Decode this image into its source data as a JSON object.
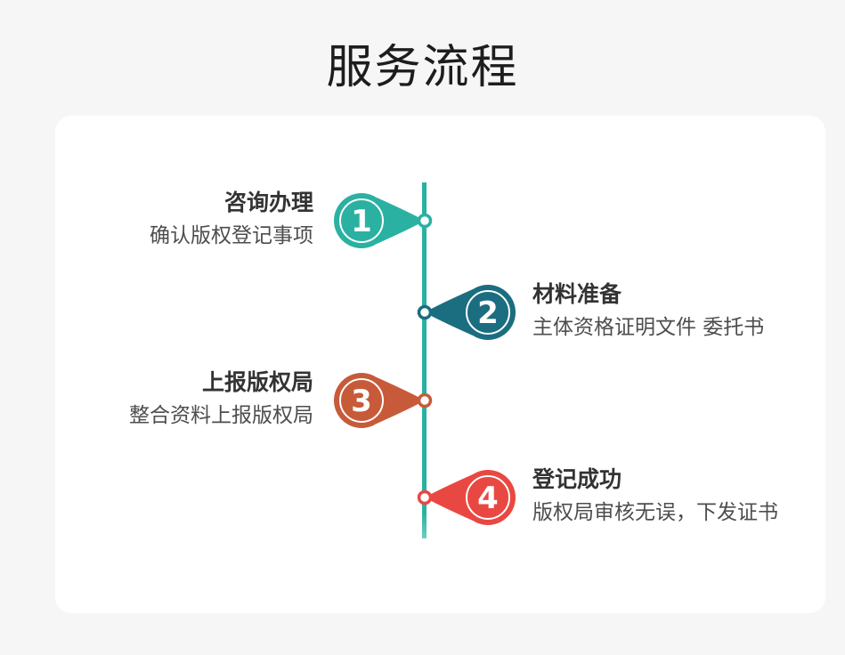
{
  "page": {
    "title": "服务流程",
    "background_color": "#f6f6f6",
    "card_background": "#ffffff"
  },
  "timeline": {
    "line_color": "#2ab1a2"
  },
  "steps": [
    {
      "number": "1",
      "title": "咨询办理",
      "subtitle": "确认版权登记事项",
      "color": "#2ab1a2",
      "side": "left"
    },
    {
      "number": "2",
      "title": "材料准备",
      "subtitle": "主体资格证明文件 委托书",
      "color": "#1b6d80",
      "side": "right"
    },
    {
      "number": "3",
      "title": "上报版权局",
      "subtitle": "整合资料上报版权局",
      "color": "#c75b39",
      "side": "left"
    },
    {
      "number": "4",
      "title": "登记成功",
      "subtitle": "版权局审核无误，下发证书",
      "color": "#e94842",
      "side": "right"
    }
  ]
}
